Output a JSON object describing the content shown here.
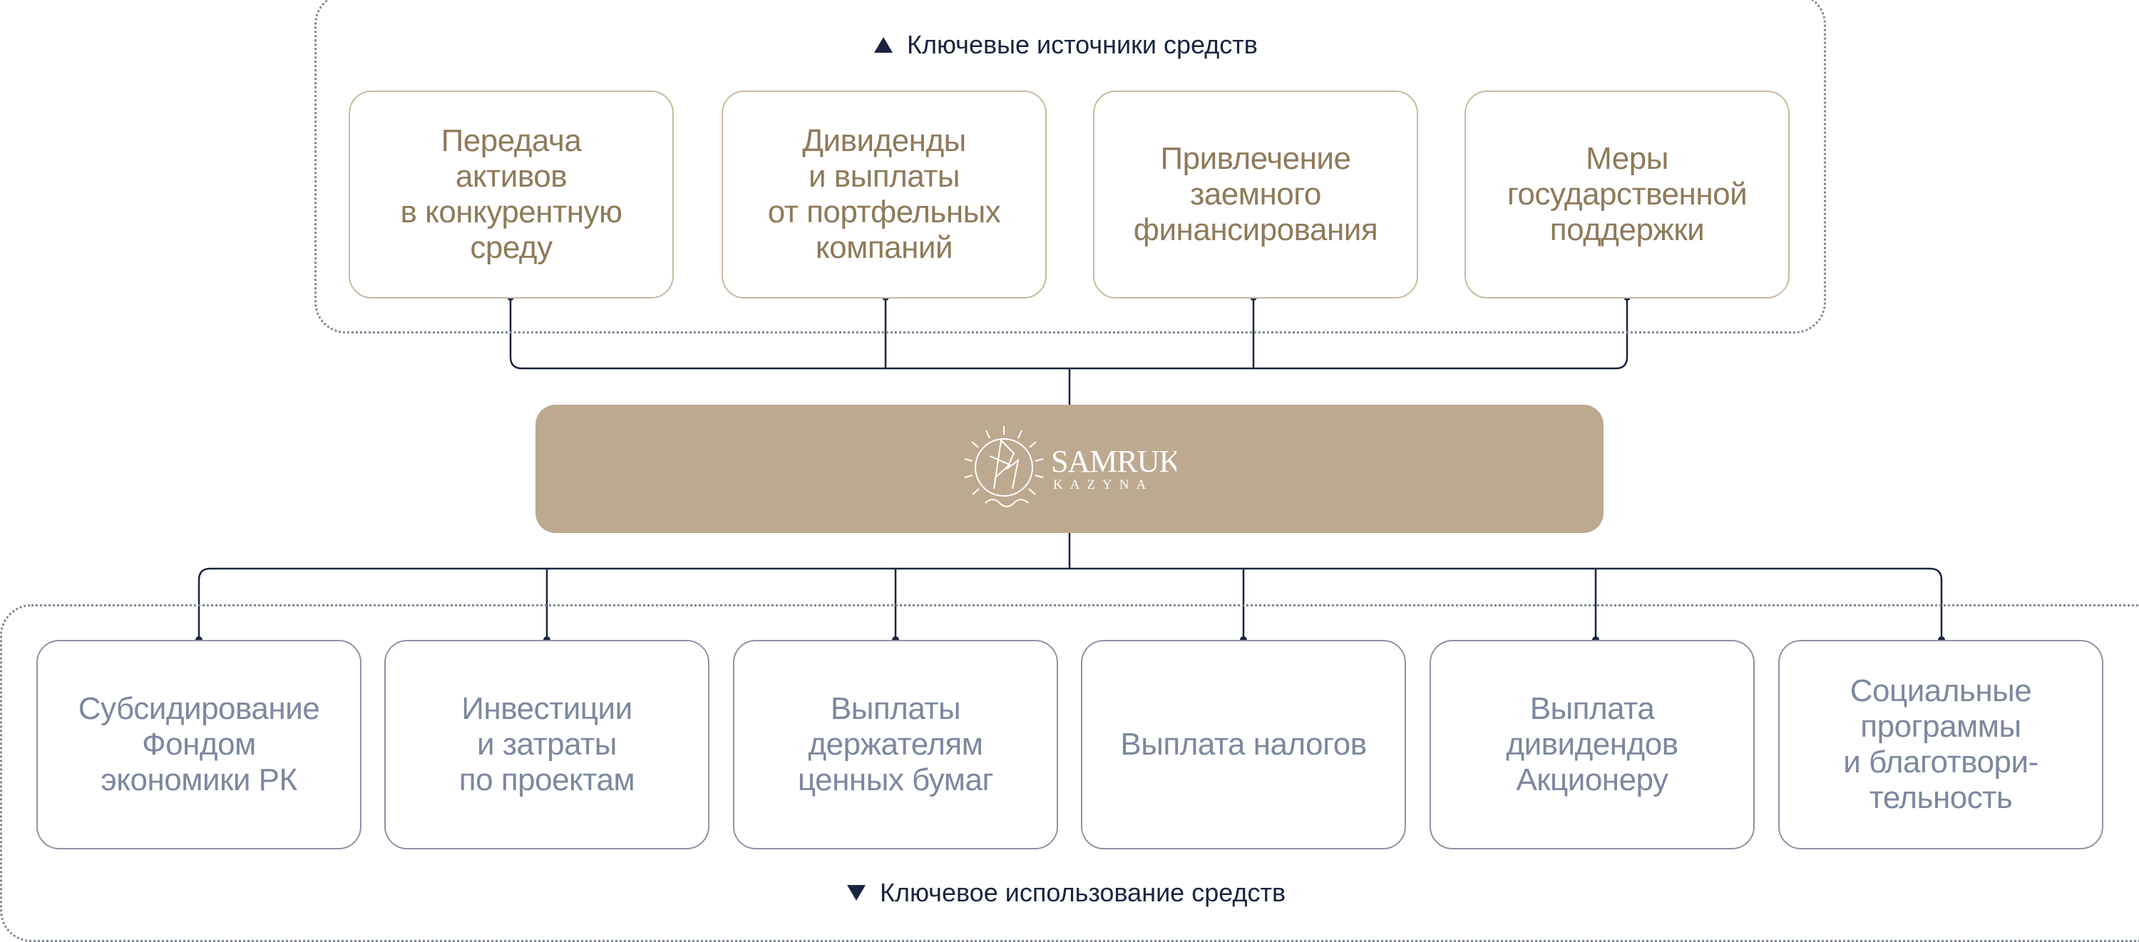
{
  "sources": {
    "title": "Ключевые источники средств",
    "items": [
      {
        "label": "Передача\nактивов\nв конкурентную\nсреду"
      },
      {
        "label": "Дивиденды\nи выплаты\nот портфельных\nкомпаний"
      },
      {
        "label": "Привлечение\nзаемного\nфинансирования"
      },
      {
        "label": "Меры\nгосударственной\nподдержки"
      }
    ]
  },
  "hub": {
    "brand": "SAMRUK",
    "brand_sub": "KAZYNA"
  },
  "uses": {
    "title": "Ключевое использование средств",
    "items": [
      {
        "label": "Субсидирование\nФондом\nэкономики РК"
      },
      {
        "label": "Инвестиции\nи затраты\nпо проектам"
      },
      {
        "label": "Выплаты\nдержателям\nценных бумаг"
      },
      {
        "label": "Выплата налогов"
      },
      {
        "label": "Выплата\nдивидендов\nАкционеру"
      },
      {
        "label": "Социальные\nпрограммы\nи благотвори-\nтельность"
      }
    ]
  },
  "colors": {
    "source_text": "#8f7a5a",
    "use_text": "#7d879f",
    "hub_fill": "#bca98f",
    "connector": "#1a2440"
  }
}
